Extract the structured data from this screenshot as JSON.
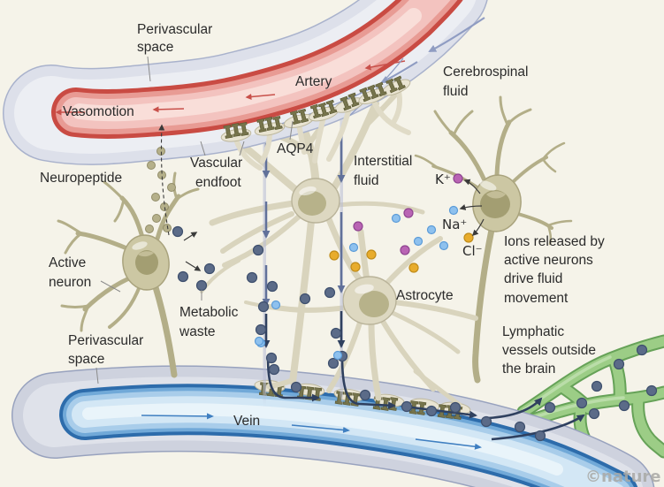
{
  "figure": {
    "watermark": "©nature",
    "background_color": "#f5f3e9"
  },
  "labels": {
    "perivascular_top_line1": "Perivascular",
    "perivascular_top_line2": "space",
    "vasomotion": "Vasomotion",
    "artery": "Artery",
    "cerebrospinal_line1": "Cerebrospinal",
    "cerebrospinal_line2": "fluid",
    "neuropeptide": "Neuropeptide",
    "vascular_endfoot_line1": "Vascular",
    "vascular_endfoot_line2": "endfoot",
    "aqp4": "AQP4",
    "interstitial_line1": "Interstitial",
    "interstitial_line2": "fluid",
    "potassium": "K⁺",
    "sodium": "Na⁺",
    "chloride": "Cl⁻",
    "active_neuron_line1": "Active",
    "active_neuron_line2": "neuron",
    "metabolic_line1": "Metabolic",
    "metabolic_line2": "waste",
    "astrocyte": "Astrocyte",
    "ions_line1": "Ions released by",
    "ions_line2": "active neurons",
    "ions_line3": "drive fluid",
    "ions_line4": "movement",
    "lymphatic_line1": "Lymphatic",
    "lymphatic_line2": "vessels outside",
    "lymphatic_line3": "the brain",
    "perivascular_bottom_line1": "Perivascular",
    "perivascular_bottom_line2": "space",
    "vein": "Vein"
  },
  "colors": {
    "artery_wall": "#c94b43",
    "artery_lumen": "#f9ded9",
    "vein_wall": "#2d6cab",
    "vein_lumen": "#e9f4fa",
    "perivascular_space": "#dde0ea",
    "lymphatic_vessel": "#9ccd86",
    "astrocyte_cell": "#ddd8c1",
    "neuron_cell": "#ccc7a3",
    "aqp4_channel": "#76744c",
    "metabolic_waste_dot": "#5b6b88",
    "neuropeptide_dot": "#b5b08a",
    "potassium_dot": "#b964b4",
    "sodium_dot": "#8ec1ee",
    "chloride_dot": "#e8ac2c",
    "csf_arrow": "#8f9cc2",
    "text": "#2b2b2b"
  }
}
